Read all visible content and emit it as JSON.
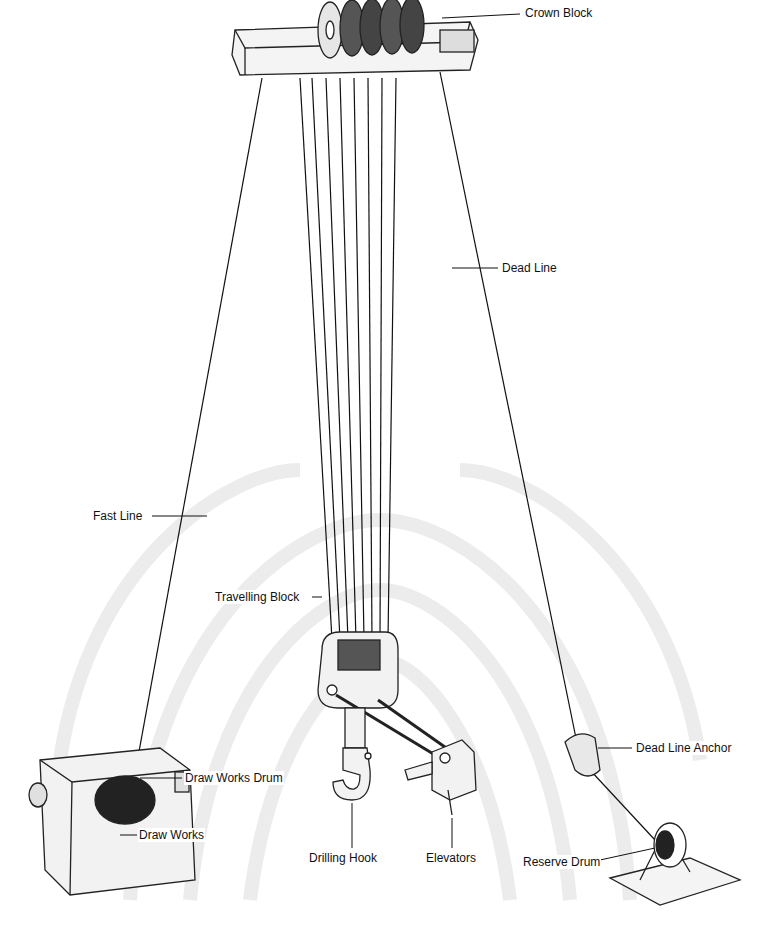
{
  "diagram": {
    "labels": [
      "Crown Block",
      "Dead Line",
      "Fast Line",
      "Travelling Block",
      "Draw Works Drum",
      "Draw Works",
      "Drilling Hook",
      "Elevators",
      "Dead Line Anchor",
      "Reserve Drum"
    ]
  }
}
